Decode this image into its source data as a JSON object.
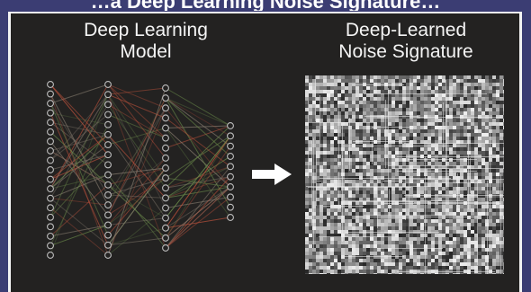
{
  "header": {
    "partial_title": "…a Deep Learning Noise Signature…"
  },
  "left_panel": {
    "title_line1": "Deep Learning",
    "title_line2": "Model"
  },
  "right_panel": {
    "title_line1": "Deep-Learned",
    "title_line2": "Noise Signature"
  },
  "colors": {
    "frame": "#3b3d73",
    "panel": "#232221",
    "node": "#bdbdbd",
    "edge_warm": "#c0523c",
    "edge_green": "#6a8a4a",
    "edge_neutral": "#8a7f72",
    "arrow": "#ffffff"
  },
  "icons": {
    "arrow": "right-arrow-icon"
  },
  "network": {
    "layer_node_counts": [
      19,
      18,
      17,
      10
    ]
  }
}
